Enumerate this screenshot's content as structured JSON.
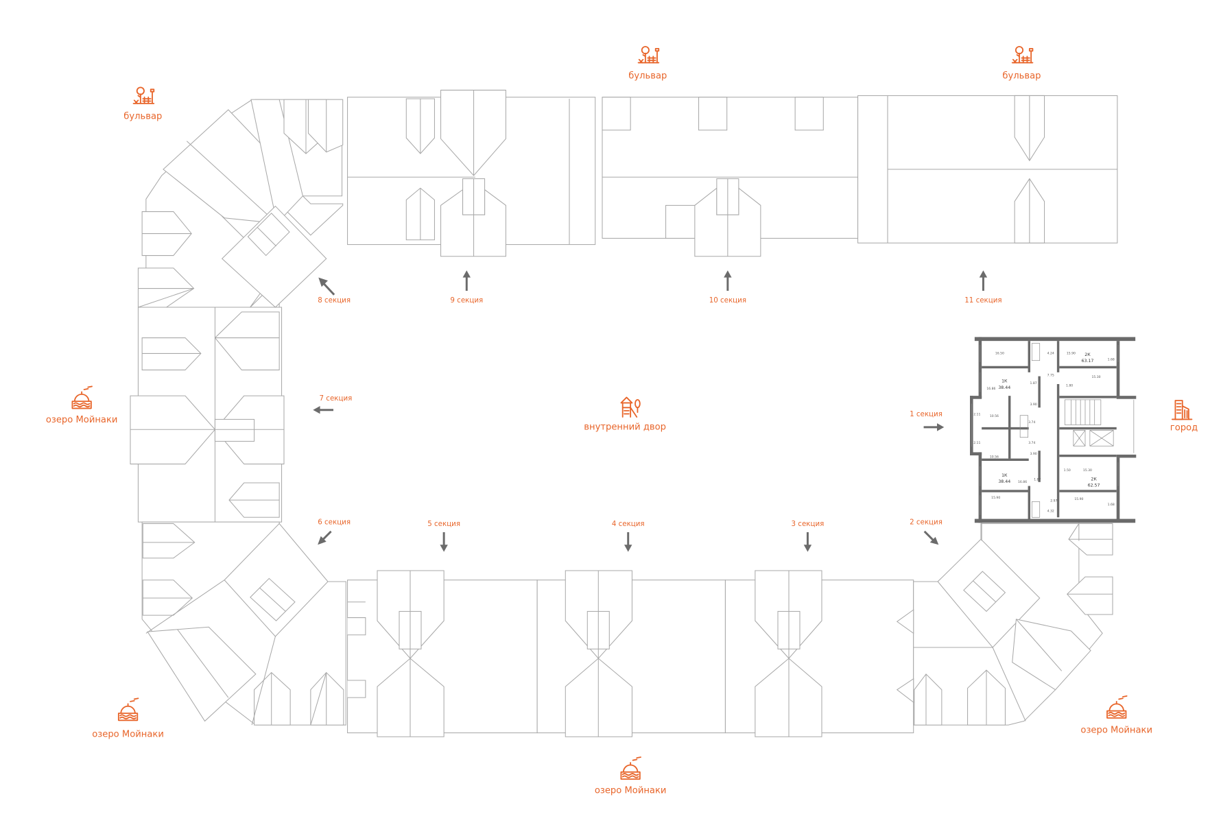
{
  "sections": [
    {
      "id": 1,
      "label": "1 секция",
      "direction": "east"
    },
    {
      "id": 2,
      "label": "2 секция",
      "direction": "south-east"
    },
    {
      "id": 3,
      "label": "3 секция",
      "direction": "south"
    },
    {
      "id": 4,
      "label": "4 секция",
      "direction": "south"
    },
    {
      "id": 5,
      "label": "5 секция",
      "direction": "south"
    },
    {
      "id": 6,
      "label": "6 секция",
      "direction": "south-west"
    },
    {
      "id": 7,
      "label": "7 секция",
      "direction": "west"
    },
    {
      "id": 8,
      "label": "8 секция",
      "direction": "north-west"
    },
    {
      "id": 9,
      "label": "9 секция",
      "direction": "north"
    },
    {
      "id": 10,
      "label": "10 секция",
      "direction": "north"
    },
    {
      "id": 11,
      "label": "11 секция",
      "direction": "north"
    }
  ],
  "landmarks": {
    "boulevard_nw": {
      "label": "бульвар",
      "icon": "boulevard-icon"
    },
    "boulevard_n1": {
      "label": "бульвар",
      "icon": "boulevard-icon"
    },
    "boulevard_n2": {
      "label": "бульвар",
      "icon": "boulevard-icon"
    },
    "lake_w": {
      "label": "озеро Мойнаки",
      "icon": "lake-icon"
    },
    "lake_sw": {
      "label": "озеро Мойнаки",
      "icon": "lake-icon"
    },
    "lake_s": {
      "label": "озеро Мойнаки",
      "icon": "lake-icon"
    },
    "lake_se": {
      "label": "озеро Мойнаки",
      "icon": "lake-icon"
    },
    "courtyard": {
      "label": "внутренний двор",
      "icon": "playground-icon"
    },
    "city": {
      "label": "город",
      "icon": "city-building-icon"
    }
  },
  "floor_plan": {
    "section": "1 секция",
    "apartments": [
      {
        "type": "2К",
        "area": "63.17"
      },
      {
        "type": "1К",
        "area": "38.44"
      },
      {
        "type": "1К",
        "area": "38.44"
      },
      {
        "type": "2К",
        "area": "62.57"
      }
    ],
    "room_areas": [
      "16.50",
      "4.24",
      "15.90",
      "1.68",
      "7.75",
      "1.87",
      "16.86",
      "15.30",
      "1.80",
      "3.90",
      "2.11",
      "10.56",
      "3.74",
      "3.74",
      "2.11",
      "10.56",
      "3.90",
      "1.50",
      "15.30",
      "16.86",
      "1.87",
      "15.90",
      "2.97",
      "4.32",
      "15.90",
      "1.68"
    ]
  },
  "colors": {
    "accent": "#e8652a",
    "roof_lines": "#a8a8a8",
    "arrows": "#6b6b6b",
    "walls": "#6a6a6a"
  }
}
